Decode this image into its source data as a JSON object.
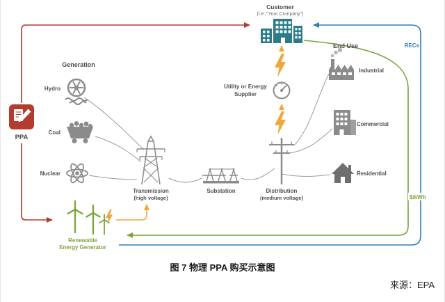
{
  "figure": {
    "caption": "图 7  物理 PPA 购买示意图",
    "source": "来源：EPA"
  },
  "customer": {
    "title": "Customer",
    "subtitle": "(i.e. \"Your Company\")"
  },
  "ppa": {
    "label": "PPA"
  },
  "generation": {
    "title": "Generation",
    "hydro": "Hydro",
    "coal": "Coal",
    "nuclear": "Nuclear"
  },
  "renewable": {
    "line1": "Renewable",
    "line2": "Energy Generator"
  },
  "grid": {
    "transmission": {
      "line1": "Transmission",
      "line2": "(high voltage)"
    },
    "substation": "Substation",
    "distribution": {
      "line1": "Distribution",
      "line2": "(medium voltage)"
    }
  },
  "utility": {
    "line1": "Utility or Energy",
    "line2": "Supplier"
  },
  "end_use": {
    "title": "End Use",
    "industrial": "Industrial",
    "commercial": "Commercial",
    "residential": "Residential"
  },
  "flows": {
    "recs": "RECs",
    "price": "$/kWh"
  },
  "colors": {
    "teal": "#2a7c8a",
    "red": "#b23c2e",
    "orange": "#f2a63c",
    "green": "#7aa33c",
    "blue": "#2e7fb5",
    "gray": "#8b8b8b",
    "label": "#4f4f4f"
  },
  "icons": {
    "customer": "city-buildings",
    "ppa": "contract-with-pen",
    "hydro": "water-wheel",
    "coal": "mine-cart",
    "nuclear": "atom",
    "renewable": "wind-turbines",
    "transmission": "lattice-tower",
    "substation": "switchyard",
    "distribution": "utility-pole",
    "utility": "meter-gauge",
    "industrial": "factory",
    "commercial": "office-building",
    "residential": "house",
    "energy": "lightning-bolt"
  }
}
